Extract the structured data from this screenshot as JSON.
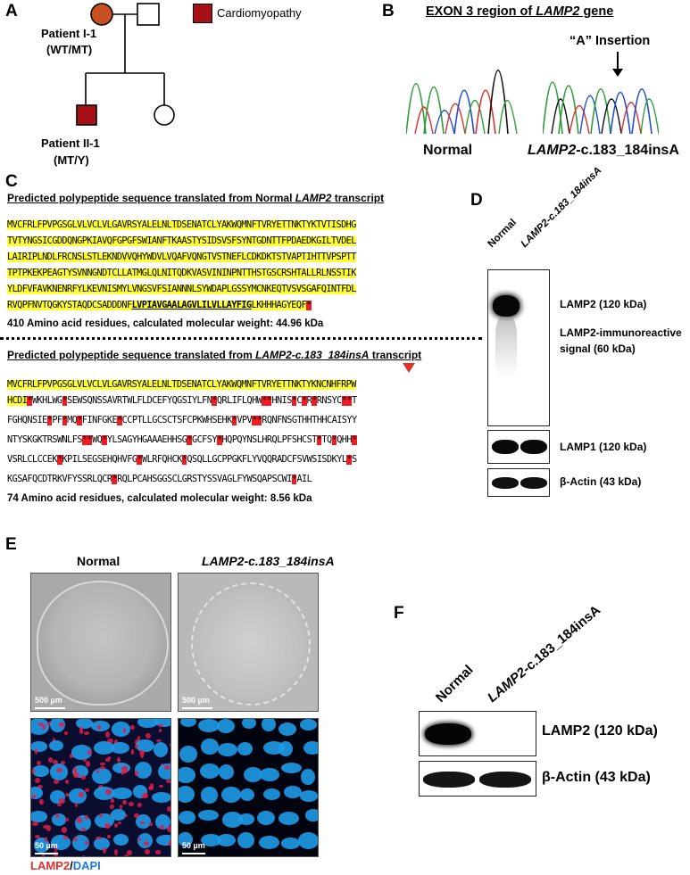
{
  "panel_labels": [
    "A",
    "B",
    "C",
    "D",
    "E",
    "F"
  ],
  "panelA": {
    "legend_label": "Cardiomyopathy",
    "patient1_name": "Patient I-1",
    "patient1_geno": "(WT/MT)",
    "patient2_name": "Patient II-1",
    "patient2_geno": "(MT/Y)",
    "colors": {
      "affected": "#a50f15",
      "carrier": "#c8501e"
    }
  },
  "panelB": {
    "title_prefix": "EXON 3 region of ",
    "title_gene": "LAMP2",
    "title_suffix": " gene",
    "insertion_label": "“A” Insertion",
    "normal_label": "Normal",
    "mutant_gene": "LAMP2",
    "mutant_suffix": "-c.183_184insA"
  },
  "panelC": {
    "normal_header_prefix": "Predicted  polypeptide sequence translated from Normal ",
    "normal_header_gene": "LAMP2",
    "normal_header_suffix": " transcript",
    "normal_lines": [
      "MVCFRLFPVPGSGLVLVCLVLGAVRSYALELNLTDSENATCLYAKWQMNFTVRYETTNKTYKTVTISDHG",
      "TVTYNGSICGDDQNGPKIAVQFGPGFSWIANFTKAASTYSIDSVSFSYNTGDNTTFPDAEDKGILTVDEL",
      "LAIRIPLNDLFRCNSLSTLEKNDVVQHYWDVLVQAFVQNGTVSTNEFLCDKDKTSTVAPTIHTTVPSPTT",
      "TPTPKEKPEAGTYSVNNGNDTCLLATMGLQLNITQDKVASVININPNTTHSTGSCRSHTALLRLNSSTIK",
      "YLDFVFAVKNENRFYLKEVNISMYLVNGSVFSIANNNLSYWDAPLGSSYMCNKEQTVSVSGAFQINTFDL"
    ],
    "normal_last_pre": "RVQPFNVTQGKYSTAQDCSADDDNF",
    "normal_last_tm": "LVPIAVGAALAGVLILVLLAYFIG",
    "normal_last_post": "LKHHHAGYEQF",
    "normal_note": "410 Amino acid residues, calculated molecular weight: 44.96 kDa",
    "mutant_header_prefix": "Predicted  polypeptide sequence translated from ",
    "mutant_header_gene": "LAMP2-c.183_184insA",
    "mutant_header_suffix": " transcript",
    "mutant_line1": "MVCFRLFPVPGSGLVLVCLVLGAVRSYALELNLTDSENATCLYAKWQMNFTVRYETTNKTYKNCNHFRPW",
    "mutant_line2_hl": "HCDI",
    "mutant_rest": [
      "WKHLWG*SEWSQNSSAVRTWLFLDCEFYQGSIYLFN*QRLIFLQHW**HNIS*C*R*RNSYC**T",
      "FGHQNSIE*PF*MQ*FINFGKE*CCPTLLGCSCTSFCPKWHSEHK*VPV**RQNFNSGTHHTHHCAISYY",
      "NTYSKGKTRSWNLFS**WQ*YLSAGYHGAAAEHHSG*GCFSY*HQPQYNSLHRQLPFSHCST*TQ*QHH*",
      "VSRLCLCCEK*KPILSEGSEHQHVFG*WLRFQHCK*QSQLLGCPPGKFLYVQQRADCFSVWSISDKYL*S",
      "KGSAFQCDTRKVFYSSRLQCR*RQLPCAHSGGSCLGRSTYSSVAGLFYWSQAPSCWI*AIL"
    ],
    "mutant_note": "74 Amino acid residues, calculated molecular weight: 8.56 kDa"
  },
  "panelD": {
    "lane1": "Normal",
    "lane2": "LAMP2-c.183_184insA",
    "lamp2_label": "LAMP2 (120 kDa)",
    "immuno_label_1": "LAMP2-immunoreactive",
    "immuno_label_2": "signal (60 kDa)",
    "lamp1_label": "LAMP1 (120 kDa)",
    "actin_label": "β-Actin (43 kDa)"
  },
  "panelE": {
    "normal_title": "Normal",
    "mutant_title": "LAMP2-c.183_184insA",
    "scale_500": "500 µm",
    "scale_50": "50 µm",
    "legend_red": "LAMP2",
    "legend_sep": "/",
    "legend_blue": "DAPI"
  },
  "panelF": {
    "lane1": "Normal",
    "lane2_gene": "LAMP2",
    "lane2_suffix": "-c.183_184insA",
    "lamp2_label": "LAMP2 (120 kDa)",
    "actin_label": "β-Actin (43 kDa)"
  }
}
